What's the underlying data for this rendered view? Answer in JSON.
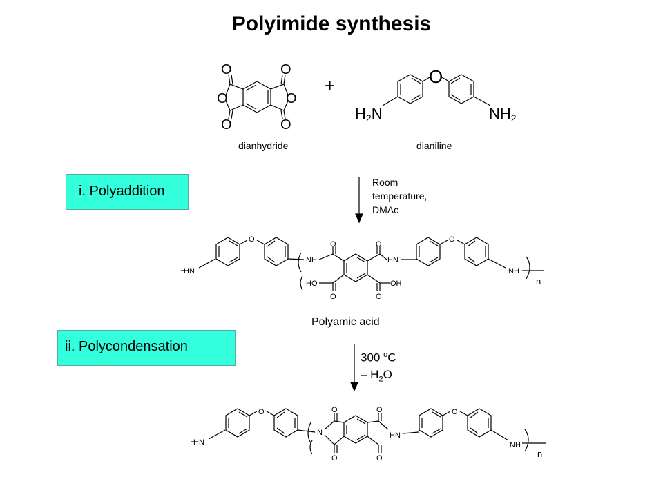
{
  "title": "Polyimide synthesis",
  "reactants": {
    "dianhydride_label": "dianhydride",
    "dianiline_label": "dianiline",
    "plus": "+",
    "oxygen_big": "O",
    "h2n": "H",
    "h2n_sub": "2",
    "h2n_n": "N",
    "nh2_n": "NH",
    "nh2_sub": "2",
    "carbonyl_o": "O"
  },
  "step1": {
    "label": "i. Polyaddition",
    "condition_line1": "Room",
    "condition_line2": "temperature,",
    "condition_line3": "DMAc",
    "product_label": "Polyamic acid"
  },
  "step2": {
    "label": "ii. Polycondensation",
    "condition_temp": "300",
    "condition_deg": "o",
    "condition_unit": "C",
    "condition_loss": "– H",
    "condition_loss_sub": "2",
    "condition_loss_o": "O"
  },
  "polymer": {
    "hn": "HN",
    "nh": "NH",
    "o": "O",
    "ho": "HO",
    "oh": "OH",
    "n_imide": "N",
    "repeat": "n"
  },
  "colors": {
    "box": "#33ffdd",
    "line": "#000000"
  }
}
